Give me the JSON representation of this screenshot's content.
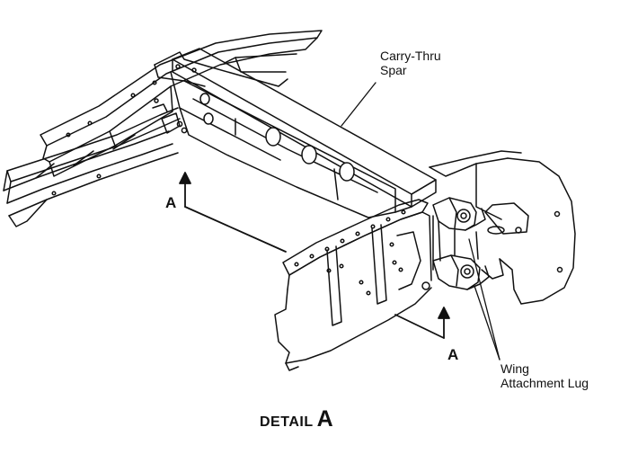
{
  "labels": {
    "spar_line1": "Carry-Thru",
    "spar_line2": "Spar",
    "lug_line1": "Wing",
    "lug_line2": "Attachment Lug",
    "section_left": "A",
    "section_right": "A"
  },
  "caption": {
    "word": "DETAIL",
    "letter": "A"
  },
  "colors": {
    "ink": "#111111",
    "paper": "#ffffff",
    "hole_fill": "#ffffff"
  }
}
